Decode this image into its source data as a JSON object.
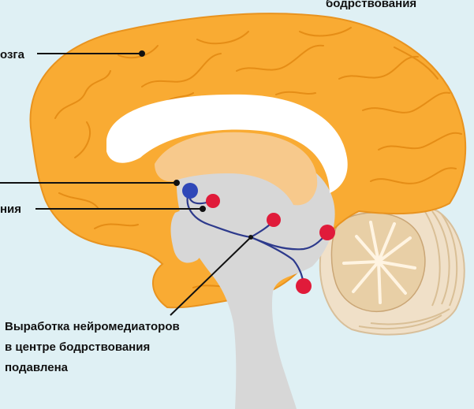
{
  "labels": {
    "top_right": "бодрствования",
    "cortex": "озга",
    "left_middle": "ния",
    "caption_lines": [
      "Выработка нейромедиаторов",
      "в центре бодрствования",
      "подавлена"
    ]
  },
  "colors": {
    "background": "#dff0f4",
    "cortex": "#f9ab33",
    "cortex_outline": "#e8931f",
    "brainstem": "#d7d7d7",
    "corpus_callosum": "#ffffff",
    "thalamus_region": "#f7c98c",
    "cerebellum_outer": "#f0e0c8",
    "cerebellum_inner": "#e8cfa6",
    "nerve_pathway": "#2d3a8c",
    "activation_center": "#2e47b8",
    "target_node": "#e01b3a",
    "pointer_line": "#111111"
  }
}
